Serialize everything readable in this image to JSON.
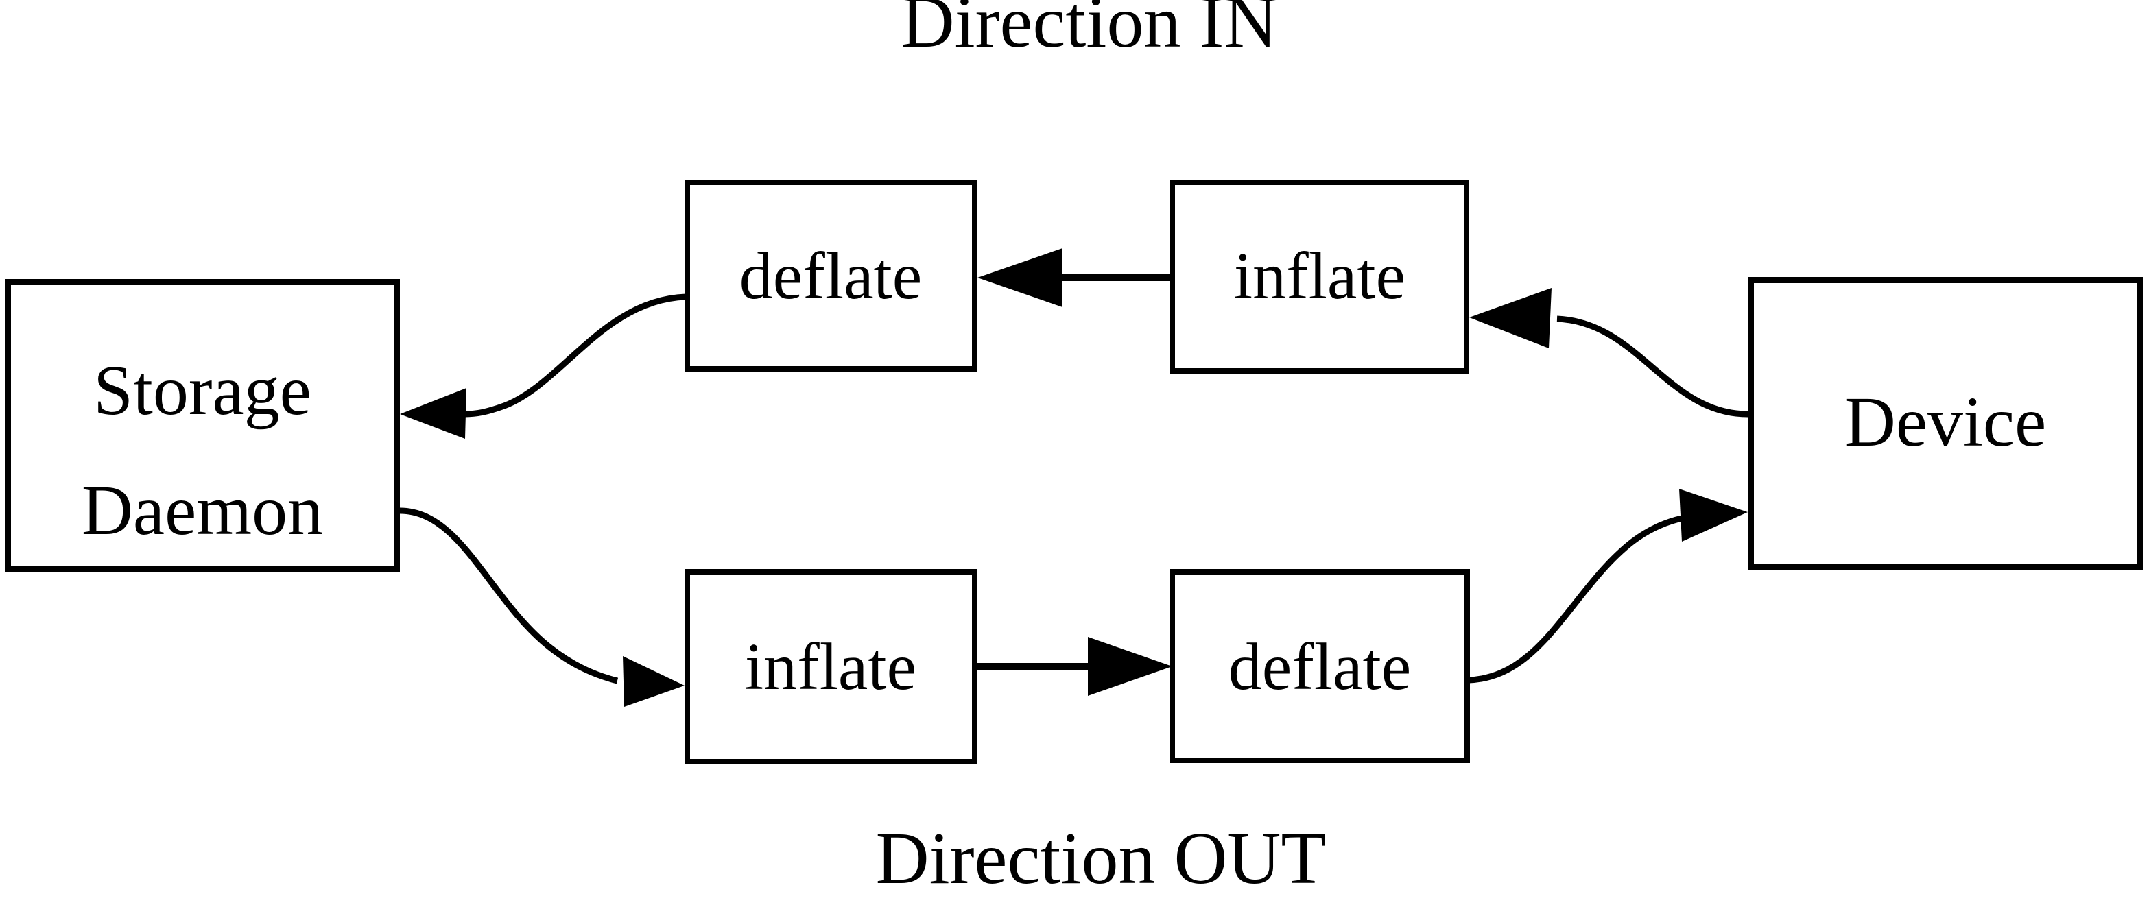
{
  "diagram": {
    "title_top": "Direction IN",
    "title_bottom": "Direction OUT",
    "background_color": "#ffffff",
    "stroke_color": "#000000",
    "nodes": {
      "storage_daemon": {
        "label_line1": "Storage",
        "label_line2": "Daemon"
      },
      "deflate_top": {
        "label": "deflate"
      },
      "inflate_top": {
        "label": "inflate"
      },
      "device": {
        "label": "Device"
      },
      "inflate_bottom": {
        "label": "inflate"
      },
      "deflate_bottom": {
        "label": "deflate"
      }
    },
    "edges": [
      {
        "name": "device-to-inflate-top",
        "from": "device",
        "to": "inflate_top",
        "direction": "left",
        "style": "curve"
      },
      {
        "name": "inflate-top-to-deflate-top",
        "from": "inflate_top",
        "to": "deflate_top",
        "direction": "left",
        "style": "straight"
      },
      {
        "name": "deflate-top-to-storage-daemon",
        "from": "deflate_top",
        "to": "storage_daemon",
        "direction": "left",
        "style": "curve"
      },
      {
        "name": "storage-daemon-to-inflate-bottom",
        "from": "storage_daemon",
        "to": "inflate_bottom",
        "direction": "right",
        "style": "curve"
      },
      {
        "name": "inflate-bottom-to-deflate-bottom",
        "from": "inflate_bottom",
        "to": "deflate_bottom",
        "direction": "right",
        "style": "straight"
      },
      {
        "name": "deflate-bottom-to-device",
        "from": "deflate_bottom",
        "to": "device",
        "direction": "right",
        "style": "curve"
      }
    ]
  }
}
